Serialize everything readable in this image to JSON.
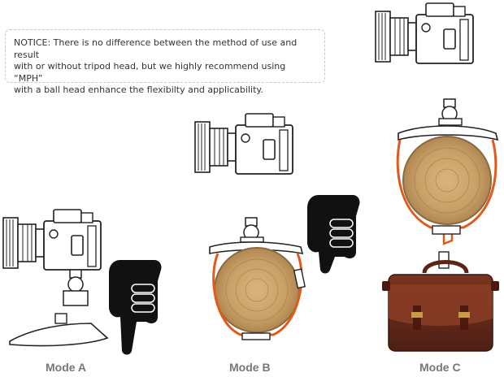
{
  "notice": {
    "line1": "NOTICE: There is no difference between the method of use and result",
    "line2": "with or without tripod head, but we highly recommend using “MPH”",
    "line3": "with a ball head enhance the flexibilty and applicability."
  },
  "modes": [
    {
      "label": "Mode A",
      "icons": [
        "camera-icon",
        "hand-pointing-down-icon",
        "mount-plate-icon"
      ]
    },
    {
      "label": "Mode B",
      "icons": [
        "camera-icon",
        "hand-pointing-down-icon",
        "wood-log-icon",
        "orange-strap-icon"
      ]
    },
    {
      "label": "Mode C",
      "icons": [
        "camera-icon",
        "wood-log-icon",
        "orange-strap-icon",
        "leather-bag-icon"
      ]
    }
  ],
  "colors": {
    "strap": "#e05a1c",
    "outline": "#222222",
    "label": "#777777",
    "wood": "#c9a76a",
    "leather": "#6b2e1e"
  }
}
